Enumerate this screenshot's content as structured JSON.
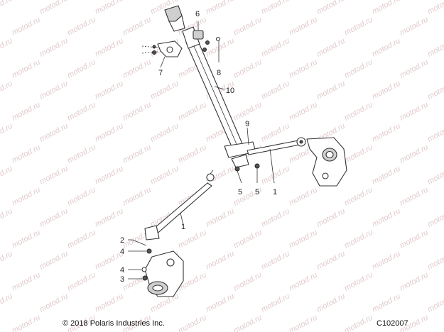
{
  "watermark": "motod.ru",
  "callouts": [
    {
      "id": "c6",
      "label": "6"
    },
    {
      "id": "c7",
      "label": "7"
    },
    {
      "id": "c8",
      "label": "8"
    },
    {
      "id": "c10",
      "label": "10"
    },
    {
      "id": "c9",
      "label": "9"
    },
    {
      "id": "c5a",
      "label": "5"
    },
    {
      "id": "c5b",
      "label": "5"
    },
    {
      "id": "c1a",
      "label": "1"
    },
    {
      "id": "c1b",
      "label": "1"
    },
    {
      "id": "c2",
      "label": "2"
    },
    {
      "id": "c4a",
      "label": "4"
    },
    {
      "id": "c4b",
      "label": "4"
    },
    {
      "id": "c3",
      "label": "3"
    }
  ],
  "footer": {
    "copyright": "© 2018 Polaris Industries Inc.",
    "figure_code": "C102007"
  }
}
